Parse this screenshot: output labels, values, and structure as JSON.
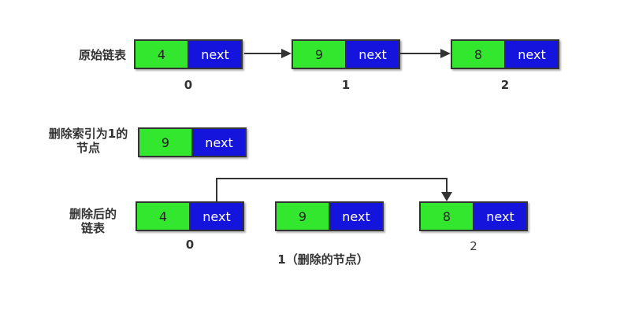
{
  "colors": {
    "value_bg": "#33e62e",
    "next_bg": "#1414dd",
    "stroke": "#333333",
    "next_text": "#ffffff"
  },
  "rows": [
    {
      "label": "原始链表",
      "nodes": [
        {
          "value": "4",
          "pointer": "next",
          "index": "0"
        },
        {
          "value": "9",
          "pointer": "next",
          "index": "1"
        },
        {
          "value": "8",
          "pointer": "next",
          "index": "2"
        }
      ]
    },
    {
      "label_line1": "删除索引为1的",
      "label_line2": "节点",
      "nodes": [
        {
          "value": "9",
          "pointer": "next"
        }
      ]
    },
    {
      "label_line1": "删除后的",
      "label_line2": "链表",
      "nodes": [
        {
          "value": "4",
          "pointer": "next",
          "index": "0"
        },
        {
          "value": "9",
          "pointer": "next",
          "index": "1（删除的节点）"
        },
        {
          "value": "8",
          "pointer": "next",
          "index": "2"
        }
      ]
    }
  ]
}
